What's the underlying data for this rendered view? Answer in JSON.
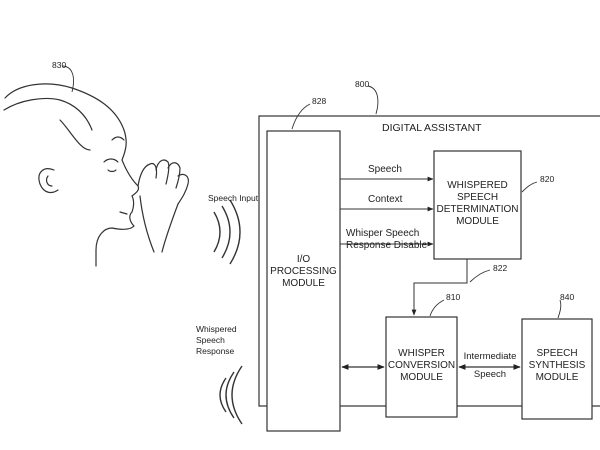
{
  "refs": {
    "person": "830",
    "assistant": "800",
    "io": "828",
    "whisper_det": "820",
    "whisper_conv": "810",
    "speech_synth": "840",
    "link": "822"
  },
  "assistant_title": "DIGITAL ASSISTANT",
  "io_module": [
    "I/O",
    "PROCESSING",
    "MODULE"
  ],
  "whisper_det_module": [
    "WHISPERED",
    "SPEECH",
    "DETERMINATION",
    "MODULE"
  ],
  "whisper_conv_module": [
    "WHISPER",
    "CONVERSION",
    "MODULE"
  ],
  "speech_synth_module": [
    "SPEECH",
    "SYNTHESIS",
    "MODULE"
  ],
  "arrows": {
    "speech": "Speech",
    "context": "Context",
    "whisper_disable": [
      "Whisper Speech",
      "Response Disable"
    ],
    "intermediate": [
      "Intermediate",
      "Speech"
    ]
  },
  "speech_input": "Speech Input",
  "whispered_response": [
    "Whispered",
    "Speech",
    "Response"
  ]
}
